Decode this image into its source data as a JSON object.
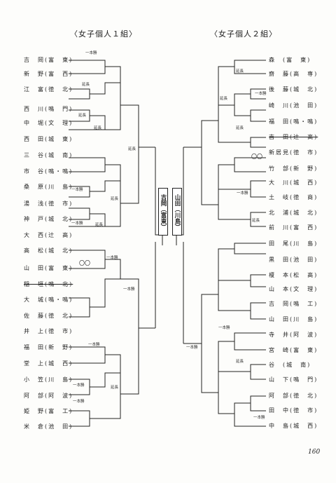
{
  "group1_title": "〈女子個人１組〉",
  "group2_title": "〈女子個人２組〉",
  "group1_players": [
    "吉　岡(富　東)",
    "新　野(富　西)",
    "江　富(徳　北)",
    "西　川(鳴　門)",
    "中　堀(文　理)",
    "西　田(城　東)",
    "三　谷(城　南)",
    "市　谷(鳴・鳴)",
    "桑　原(川　島)",
    "湯　浅(徳　市)",
    "神　戸(城　北)",
    "大　西(辻　高)",
    "高　松(城　北)",
    "山　田(富　東)",
    "稲　垣(鳴　北)",
    "大　城(鳴・鳴)",
    "佐　藤(徳　北)",
    "井　上(徳　市)",
    "福　田(新　野)",
    "堂　上(城　西)",
    "小　笠(川　島)",
    "阿　部(阿　波)",
    "姫　野(富　工)",
    "米　倉(池　田)"
  ],
  "group2_players": [
    "森　(富　東)",
    "齋　藤(高　専)",
    "後　藤(城　北)",
    "崎　川(池　田)",
    "福　田(鳴・鳴)",
    "吉　田(辻　高)",
    "新居見(徳　市)",
    "竹　部(新　野)",
    "大　川(城　西)",
    "土　岐(徳　商)",
    "北　浦(城　北)",
    "前　川(富　西)",
    "田　尾(川　島)",
    "黒　田(池　田)",
    "榎　本(松　高)",
    "山　本(文　理)",
    "吉　岡(鳴　工)",
    "山　田(川　島)",
    "寺　井(阿　波)",
    "宮　崎(富　東)",
    "谷　(城　南)",
    "山　下(鳴　門)",
    "阿　部(徳　北)",
    "田　中(徳　市)",
    "中　島(城　西)"
  ],
  "winner1": "吉岡（富東）",
  "winner2": "山田（川島）",
  "labels": {
    "ippon": "一本勝",
    "encho": "延長",
    "double_mark": "〇〇"
  },
  "page_number": "160"
}
